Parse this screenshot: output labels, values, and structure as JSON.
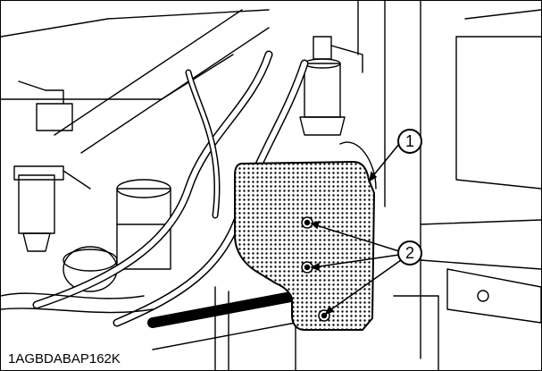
{
  "callouts": {
    "cover": "1",
    "bolts": "2"
  },
  "figure_code": "1AGBDABAP162K",
  "colors": {
    "line": "#000000",
    "background": "#ffffff"
  }
}
